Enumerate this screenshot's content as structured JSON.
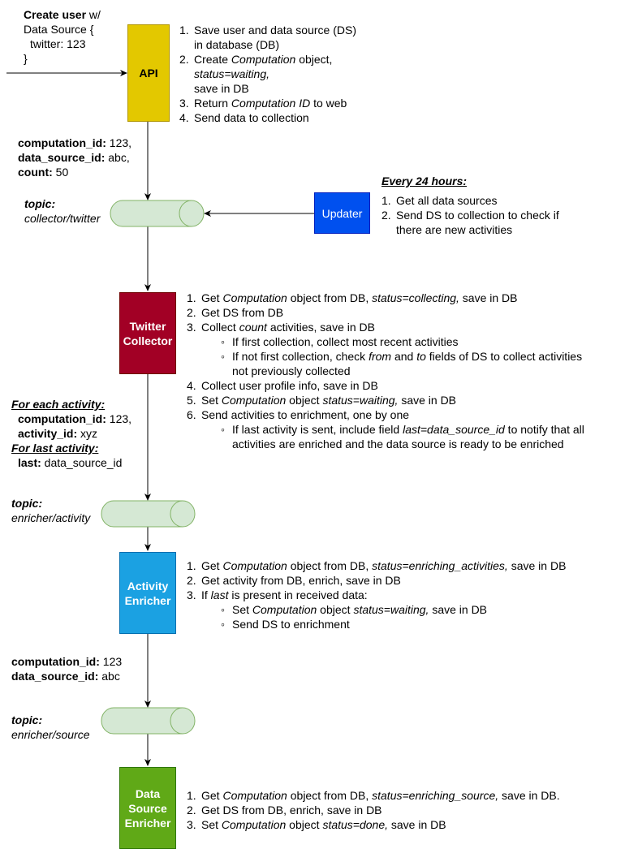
{
  "create_user": {
    "title_bold": "Create user",
    "title_rest": " w/",
    "line2": "Data Source {",
    "line3": "twitter: 123",
    "line4": "}"
  },
  "boxes": {
    "api": "API",
    "updater": "Updater",
    "twitter_collector_1": "Twitter",
    "twitter_collector_2": "Collector",
    "activity_enricher_1": "Activity",
    "activity_enricher_2": "Enricher",
    "ds_enricher_1": "Data",
    "ds_enricher_2": "Source",
    "ds_enricher_3": "Enricher"
  },
  "api_steps": {
    "s1a": "Save user and data source (DS)",
    "s1b": "in database (DB)",
    "s2a_pre": "Create ",
    "s2a_it": "Computation",
    "s2a_post": " object,",
    "s2b": "status=waiting,",
    "s2c": "save in DB",
    "s3_pre": "Return ",
    "s3_it": "Computation ID",
    "s3_post": " to web",
    "s4": "Send data to collection"
  },
  "msg1": {
    "k1": "computation_id:",
    "v1": " 123,",
    "k2": "data_source_id:",
    "v2": " abc,",
    "k3": "count:",
    "v3": " 50"
  },
  "topics": {
    "label": "topic:",
    "t1": "collector/twitter",
    "t2": "enricher/activity",
    "t3": "enricher/source"
  },
  "updater_steps": {
    "heading": "Every 24 hours:",
    "s1": "Get all data sources",
    "s2a": "Send DS to collection to check if",
    "s2b": "there are new activities"
  },
  "collector_steps": {
    "s1_pre": "Get ",
    "s1_it": "Computation",
    "s1_mid": " object from DB, ",
    "s1_it2": "status=collecting,",
    "s1_post": " save in DB",
    "s2": "Get DS from DB",
    "s3_pre": "Collect ",
    "s3_it": "count",
    "s3_post": " activities, save in DB",
    "b1": "If first collection, collect most recent activities",
    "b2_pre": "If not first collection, check ",
    "b2_it1": "from",
    "b2_mid": " and ",
    "b2_it2": "to",
    "b2_post": " fields of DS to collect activities",
    "b2_cont": "not previously collected",
    "s4": "Collect user profile info, save in DB",
    "s5_pre": "Set ",
    "s5_it": "Computation",
    "s5_mid": " object ",
    "s5_it2": "status=waiting,",
    "s5_post": " save in DB",
    "s6": "Send activities to enrichment, one by one",
    "b3_pre": "If last activity is sent, include field ",
    "b3_it": "last=data_source_id",
    "b3_post": " to notify that all",
    "b3_cont": "activities are enriched and the data source is ready to be enriched"
  },
  "msg2": {
    "h1": "For each activity:",
    "k1": "computation_id:",
    "v1": " 123,",
    "k2": "activity_id:",
    "v2": " xyz",
    "h2": "For last activity:",
    "k3": "last:",
    "v3": " data_source_id"
  },
  "enricher_steps": {
    "s1_pre": "Get ",
    "s1_it": "Computation",
    "s1_mid": " object from DB, ",
    "s1_it2": "status=enriching_activities,",
    "s1_post": " save in DB",
    "s2": "Get activity from DB, enrich, save in DB",
    "s3_pre": "If ",
    "s3_it": "last",
    "s3_post": " is present in received data:",
    "b1_pre": "Set ",
    "b1_it": "Computation",
    "b1_mid": " object ",
    "b1_it2": "status=waiting,",
    "b1_post": " save in DB",
    "b2": "Send DS to enrichment"
  },
  "msg3": {
    "k1": "computation_id:",
    "v1": " 123",
    "k2": "data_source_id:",
    "v2": " abc"
  },
  "source_steps": {
    "s1_pre": "Get ",
    "s1_it": "Computation",
    "s1_mid": " object from DB, ",
    "s1_it2": "status=enriching_source,",
    "s1_post": " save in DB.",
    "s2": "Get DS from DB, enrich, save in DB",
    "s3_pre": "Set ",
    "s3_it": "Computation",
    "s3_mid": " object ",
    "s3_it2": "status=done,",
    "s3_post": " save in DB"
  },
  "markers": {
    "n1": "1.",
    "n2": "2.",
    "n3": "3.",
    "n4": "4.",
    "n5": "5.",
    "n6": "6.",
    "bullet": "◦"
  },
  "colors": {
    "api": "#e3c800",
    "updater": "#0050ef",
    "twitter_collector": "#a20025",
    "activity_enricher": "#1ba1e2",
    "ds_enricher": "#60a917",
    "queue_fill": "#d5e8d4",
    "queue_stroke": "#82b366"
  }
}
